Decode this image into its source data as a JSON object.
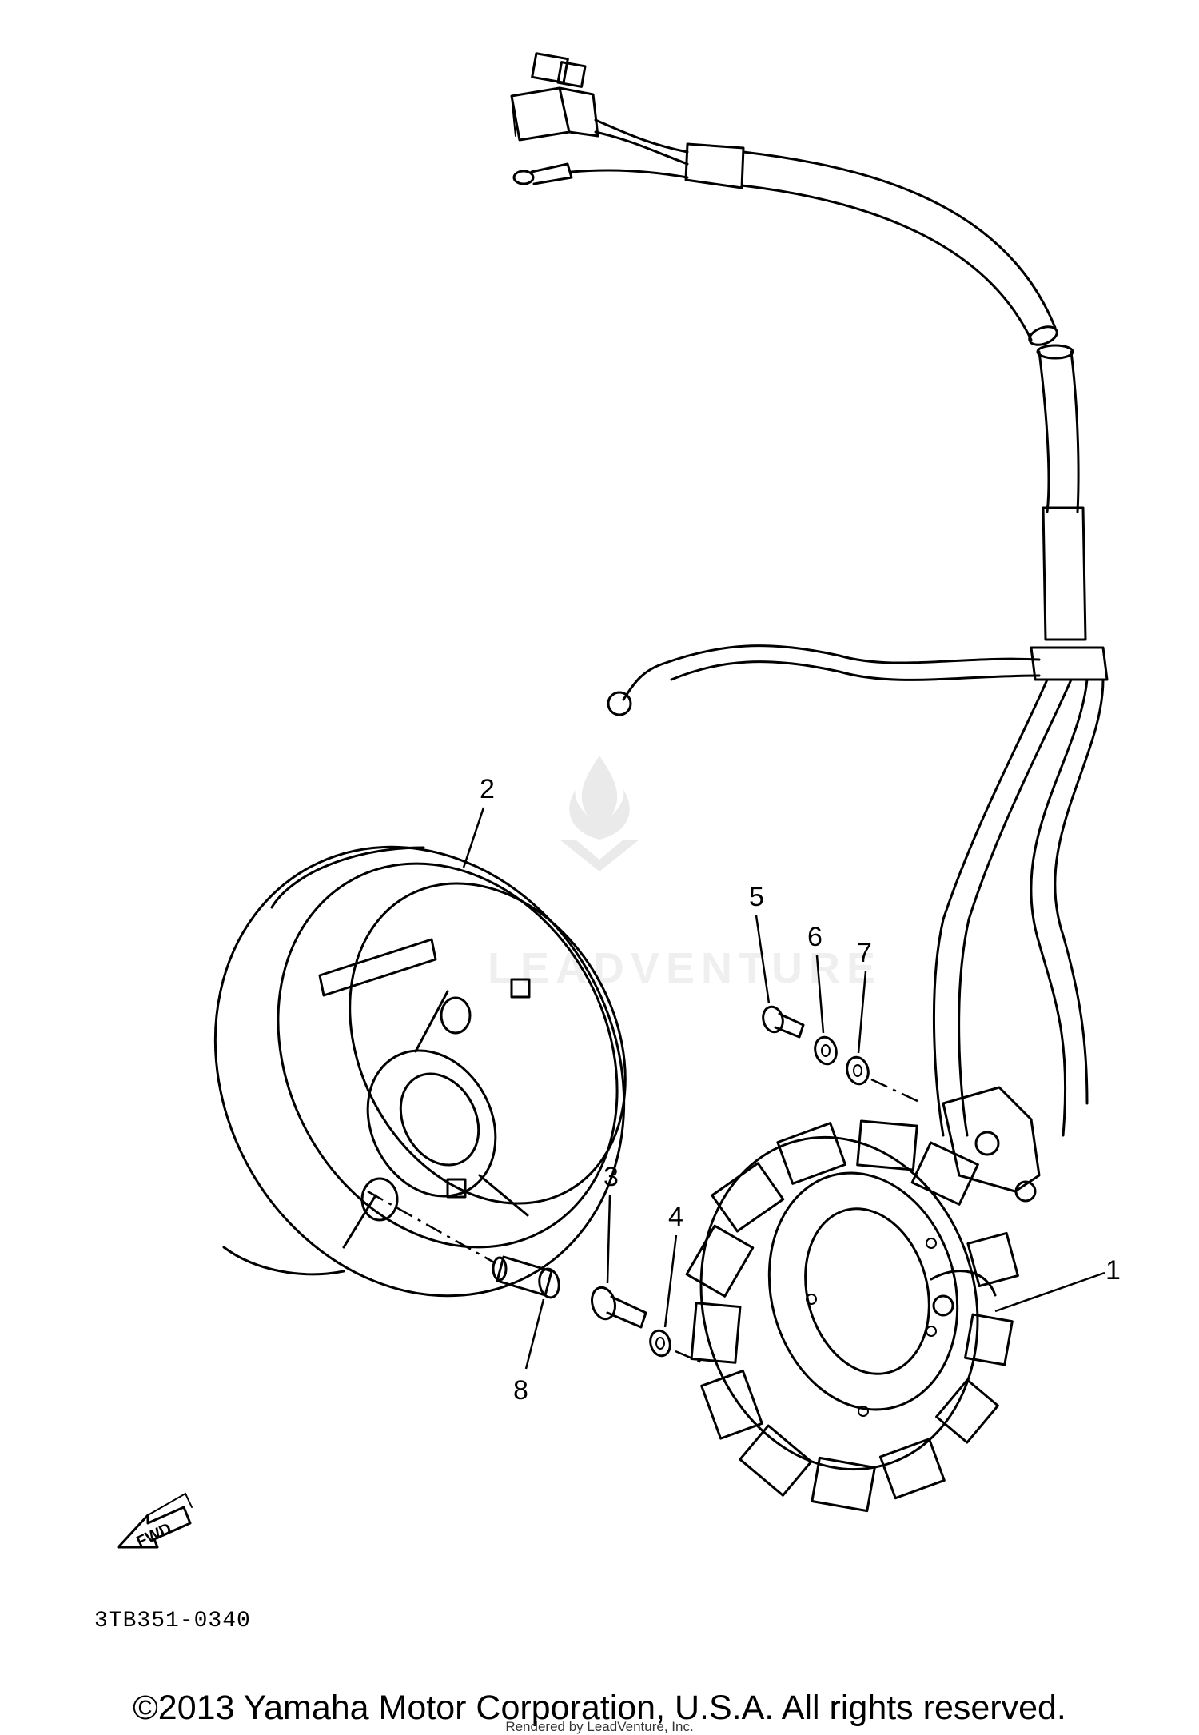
{
  "diagram": {
    "callouts": [
      {
        "id": "1",
        "label": "1"
      },
      {
        "id": "2",
        "label": "2"
      },
      {
        "id": "3",
        "label": "3"
      },
      {
        "id": "4",
        "label": "4"
      },
      {
        "id": "5",
        "label": "5"
      },
      {
        "id": "6",
        "label": "6"
      },
      {
        "id": "7",
        "label": "7"
      },
      {
        "id": "8",
        "label": "8"
      }
    ],
    "fwd_arrow_label": "FWD",
    "diagram_code": "3TB351-0340"
  },
  "watermark": {
    "text": "LEADVENTURE"
  },
  "footer": {
    "copyright": "©2013 Yamaha Motor Corporation, U.S.A. All rights reserved.",
    "render_credit": "Rendered by LeadVenture, Inc."
  }
}
